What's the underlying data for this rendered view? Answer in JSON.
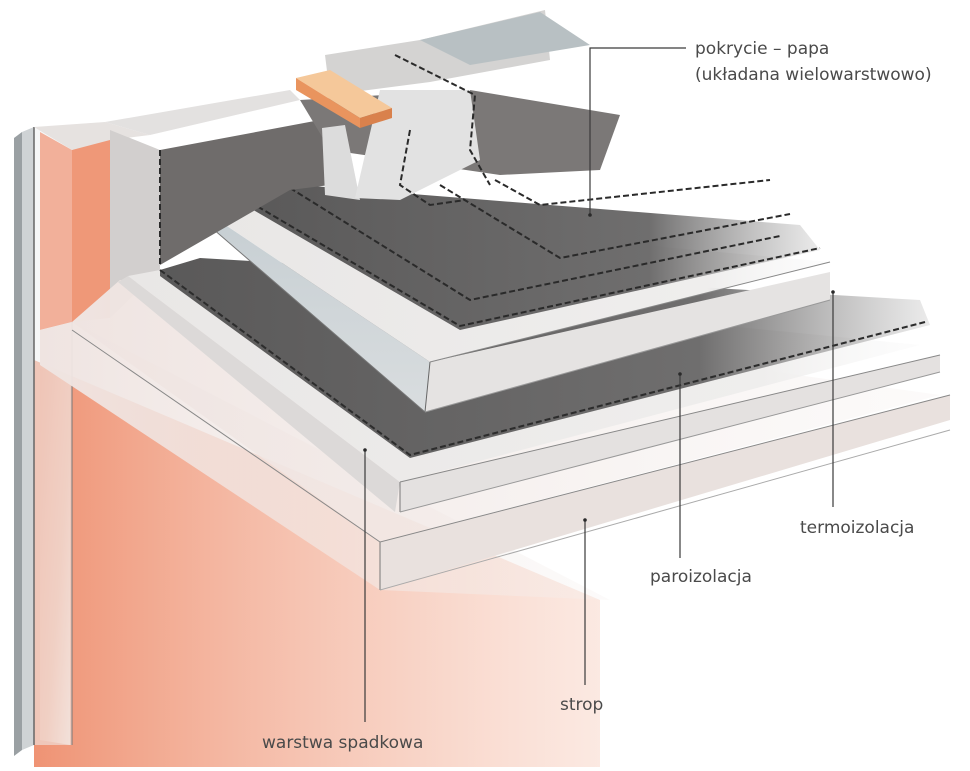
{
  "labels": {
    "pokrycie_line1": "pokrycie – papa",
    "pokrycie_line2": "(układana wielowarstwowo)",
    "termoizolacja": "termoizolacja",
    "paroizolacja": "paroizolacja",
    "strop": "strop",
    "warstwa_spadkowa": "warstwa spadkowa"
  },
  "colors": {
    "brick": "#ee9c80",
    "brick_dark": "#e2805f",
    "roofing": "#6b6a6a",
    "roofing_dark": "#4f4e4e",
    "insulation": "#ecebea",
    "slab": "#f1eceb",
    "leader_line": "#3a3a3a",
    "label_text": "#4a4a4a"
  }
}
